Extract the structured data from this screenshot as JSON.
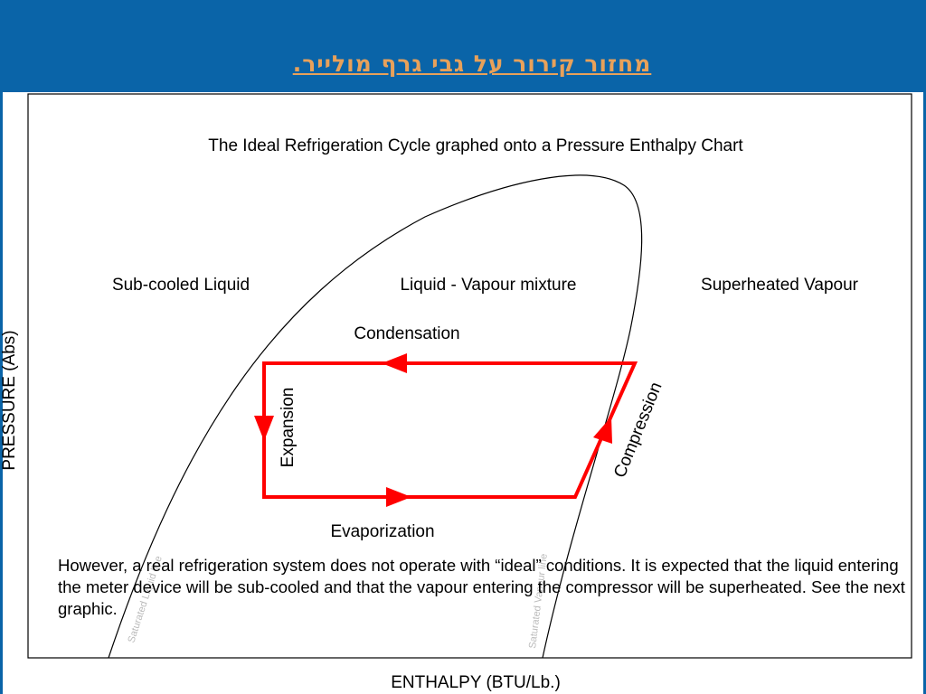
{
  "slide": {
    "title": "מחזור קירור על גבי גרף מולייר."
  },
  "diagram": {
    "title": "The Ideal Refrigeration Cycle graphed onto a Pressure Enthalpy Chart",
    "regions": {
      "subcooled": "Sub-cooled Liquid",
      "mixture": "Liquid - Vapour mixture",
      "superheated": "Superheated Vapour"
    },
    "processes": {
      "condensation": "Condensation",
      "expansion": "Expansion",
      "evaporization": "Evaporization",
      "compression": "Compression"
    },
    "lines": {
      "liquid": "Saturated Liquid line",
      "vapour": "Saturated Vapour line"
    },
    "axes": {
      "y": "PRESSURE (Abs)",
      "x": "ENTHALPY (BTU/Lb.)"
    },
    "note": "However, a real refrigeration system does not operate with “ideal” conditions. It is expected that the liquid entering the meter device will be sub-cooled and that the vapour entering the compressor will be superheated. See the next graphic.",
    "colors": {
      "cycle": "#ff0000",
      "header": "#0a64a8",
      "title": "#e8a15a"
    }
  }
}
